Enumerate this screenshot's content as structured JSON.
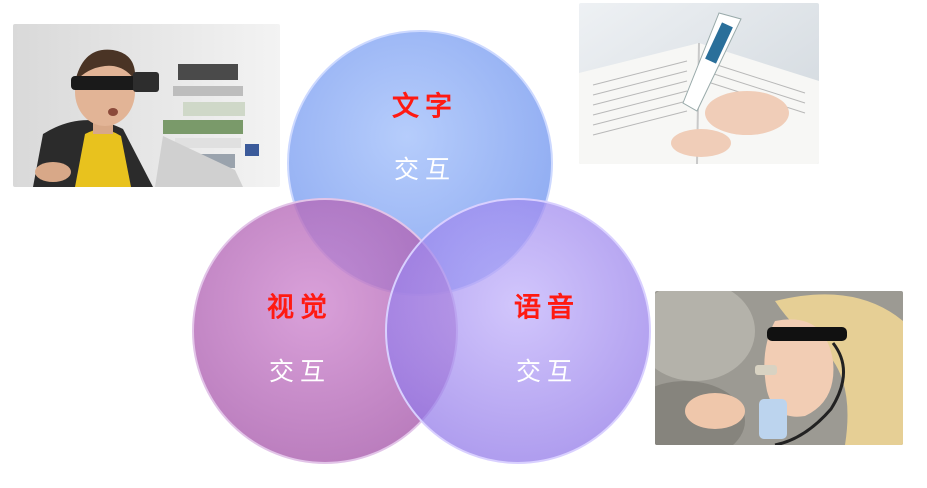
{
  "circles": [
    {
      "id": "text",
      "title": "文字",
      "subtitle": "交互",
      "color": "#8fb0f5"
    },
    {
      "id": "visual",
      "title": "视觉",
      "subtitle": "交互",
      "color": "#b765b8"
    },
    {
      "id": "voice",
      "title": "语音",
      "subtitle": "交互",
      "color": "#a58ef0"
    }
  ],
  "colors": {
    "title_text": "#ff1a12",
    "subtitle_text": "#ffffff",
    "overlap_center": "#8a3cb5"
  },
  "photos": [
    {
      "id": "head-mounted-display",
      "position": "top-left"
    },
    {
      "id": "scanning-pen",
      "position": "top-right"
    },
    {
      "id": "voice-headset",
      "position": "bottom-right"
    }
  ]
}
